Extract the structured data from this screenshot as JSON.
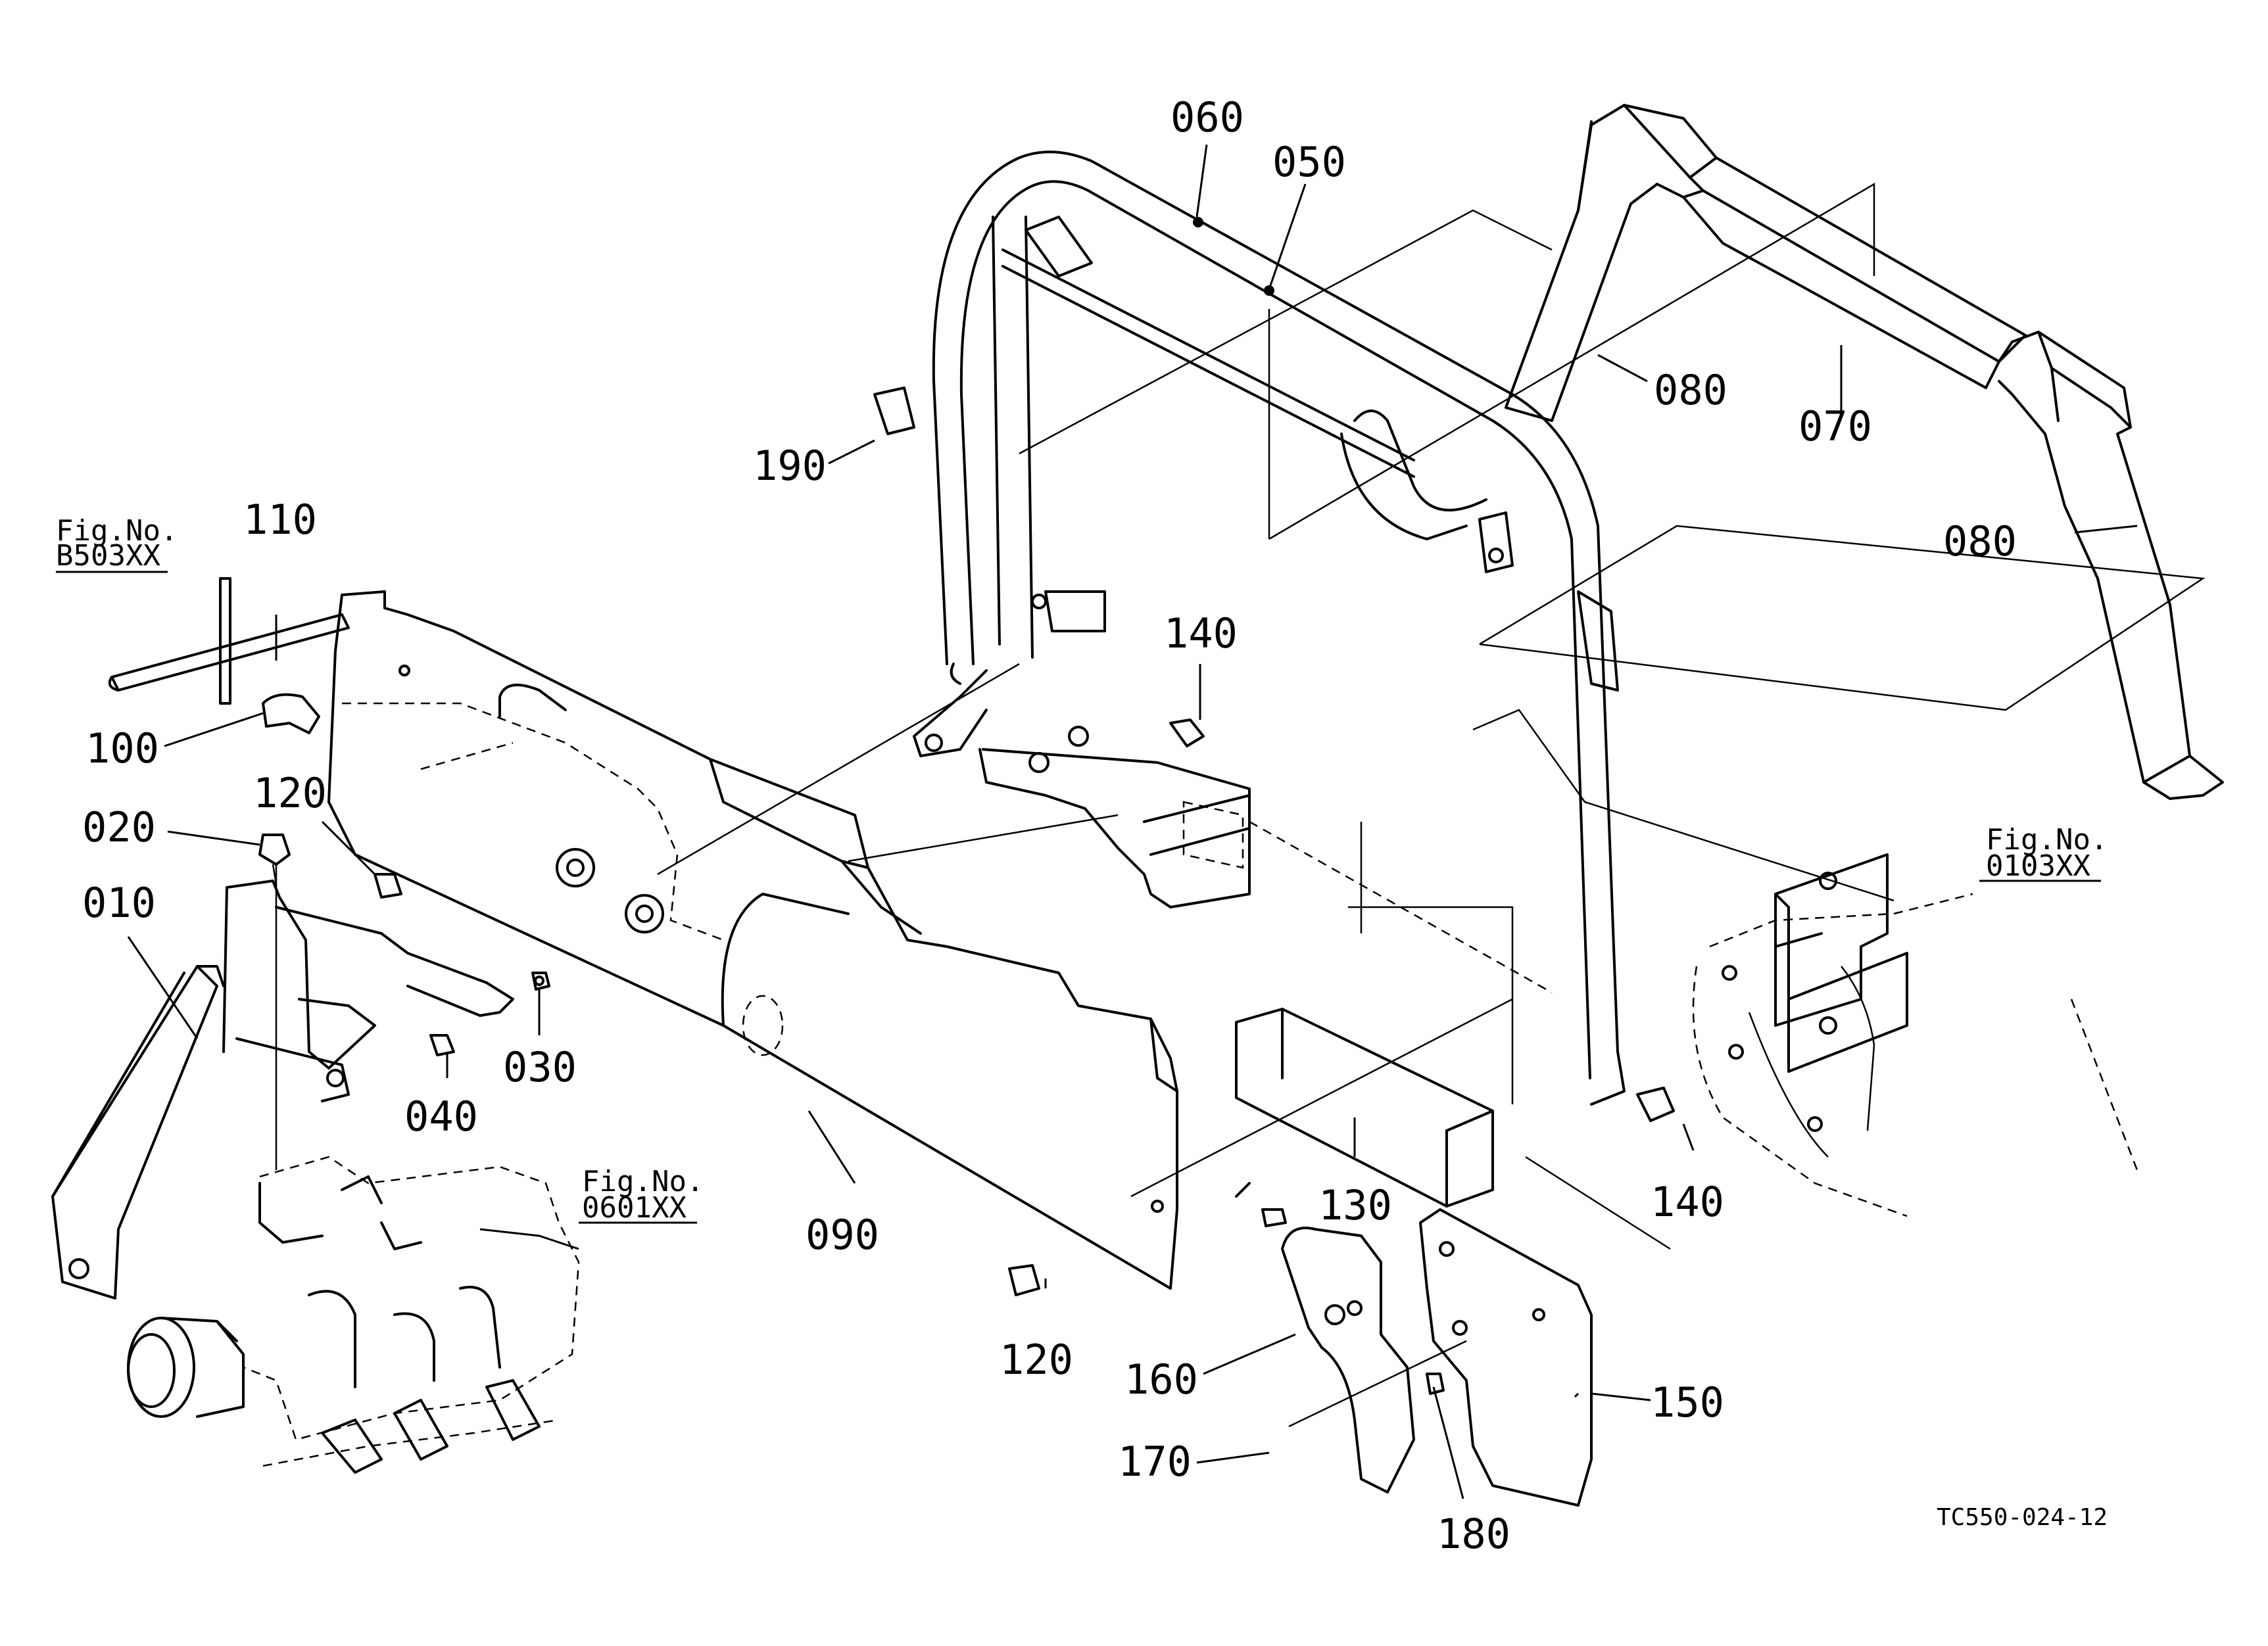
{
  "parts": {
    "p010": "010",
    "p020": "020",
    "p030": "030",
    "p040": "040",
    "p050": "050",
    "p060": "060",
    "p070": "070",
    "p080a": "080",
    "p080b": "080",
    "p090": "090",
    "p100": "100",
    "p110": "110",
    "p120a": "120",
    "p120b": "120",
    "p130": "130",
    "p140a": "140",
    "p140b": "140",
    "p150": "150",
    "p160": "160",
    "p170": "170",
    "p180": "180",
    "p190": "190"
  },
  "figure_refs": {
    "b503": {
      "prefix": "Fig.No.",
      "number": "B503XX"
    },
    "f0103": {
      "prefix": "Fig.No.",
      "number": "0103XX"
    },
    "f0601": {
      "prefix": "Fig.No.",
      "number": "0601XX"
    }
  },
  "drawing_code": "TC550-024-12"
}
